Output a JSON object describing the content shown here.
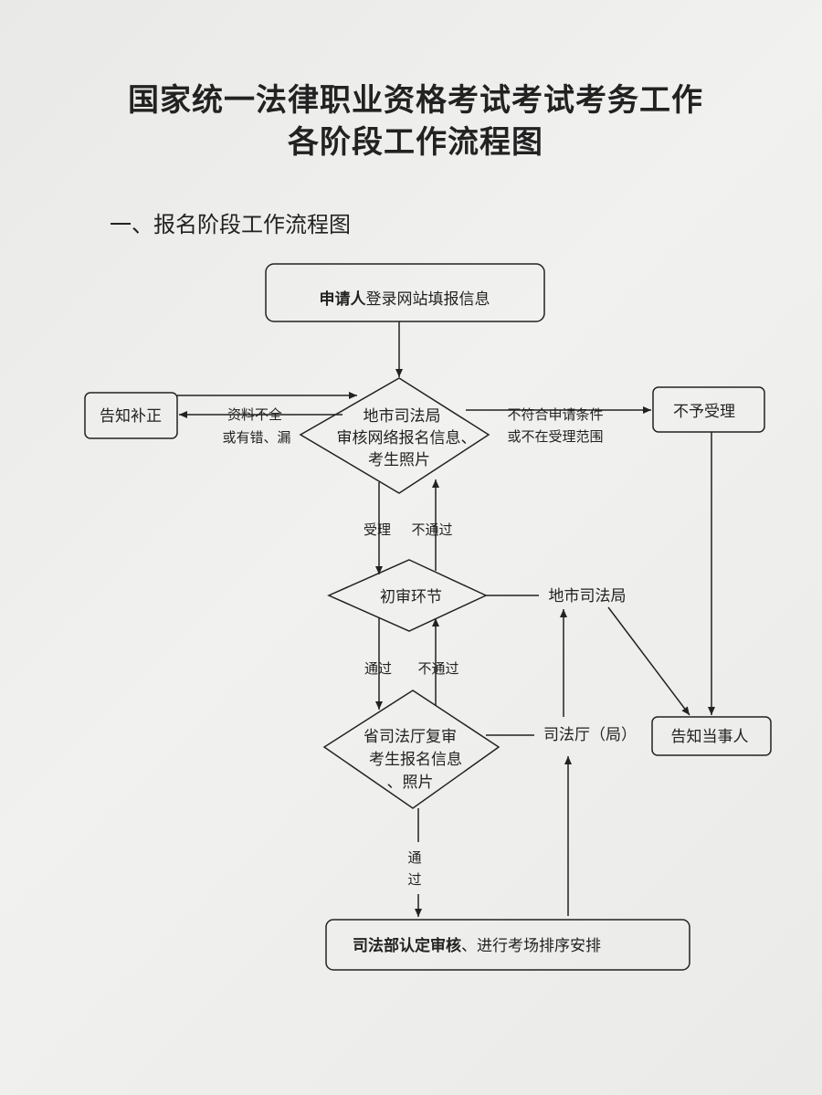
{
  "title": {
    "line1": "国家统一法律职业资格考试考试考务工作",
    "line2": "各阶段工作流程图"
  },
  "section_heading": "一、报名阶段工作流程图",
  "nodes": {
    "start": {
      "bold": "申请人",
      "rest": "登录网站填报信息"
    },
    "review": {
      "line1": "地市司法局",
      "line2": "审核网络报名信息、",
      "line3": "考生照片"
    },
    "correction": "告知补正",
    "reject": "不予受理",
    "initial": "初审环节",
    "recheck": {
      "line1": "省司法厅复审",
      "line2": "考生报名信息",
      "line3": "、照片"
    },
    "final": {
      "bold": "司法部认定审核",
      "rest": "、进行考场排序安排"
    },
    "notify": "告知当事人",
    "city_bureau": "地市司法局",
    "province_dept": "司法厅（局）"
  },
  "edge_labels": {
    "incomplete_1": "资料不全",
    "incomplete_2": "或有错、漏",
    "ineligible_1": "不符合申请条件",
    "ineligible_2": "或不在受理范围",
    "accept": "受理",
    "fail_1": "不通过",
    "pass_1": "通过",
    "fail_2": "不通过",
    "pass_2_a": "通",
    "pass_2_b": "过"
  }
}
